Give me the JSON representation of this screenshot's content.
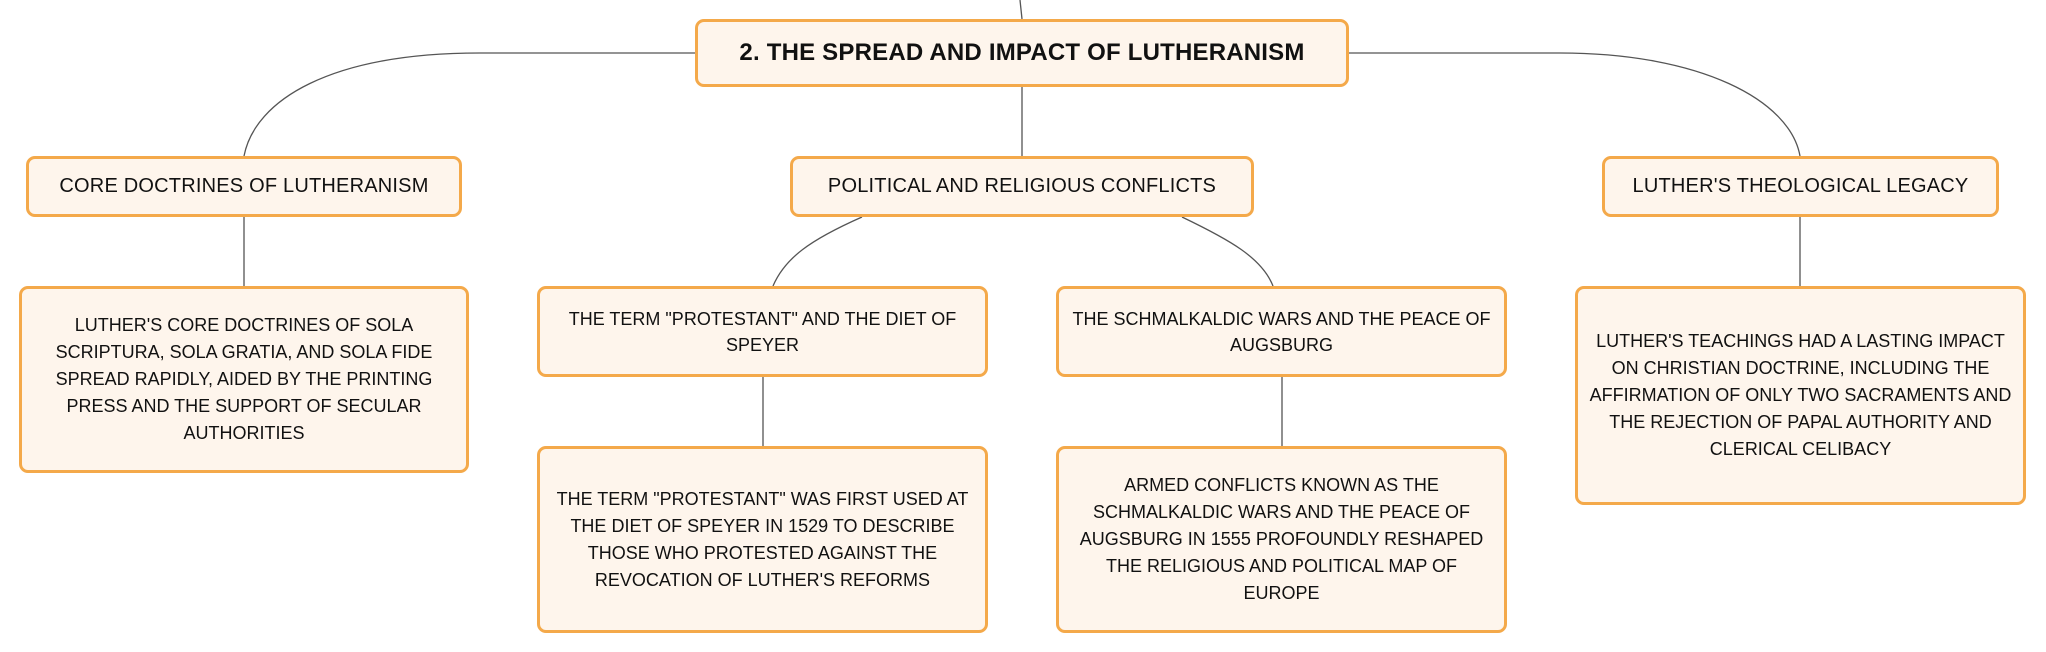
{
  "map": {
    "root": "2. THE SPREAD AND IMPACT OF LUTHERANISM",
    "topics": {
      "doctrines": {
        "title": "CORE DOCTRINES OF LUTHERANISM",
        "detail": "LUTHER'S CORE DOCTRINES OF SOLA SCRIPTURA, SOLA GRATIA, AND SOLA FIDE SPREAD RAPIDLY, AIDED BY THE PRINTING PRESS AND THE SUPPORT OF SECULAR AUTHORITIES"
      },
      "conflicts": {
        "title": "POLITICAL AND RELIGIOUS CONFLICTS",
        "subtopics": [
          {
            "title": "THE TERM \"PROTESTANT\" AND THE DIET OF SPEYER",
            "detail": "THE TERM \"PROTESTANT\" WAS FIRST USED AT THE DIET OF SPEYER IN 1529 TO DESCRIBE THOSE WHO PROTESTED AGAINST THE REVOCATION OF LUTHER'S REFORMS"
          },
          {
            "title": "THE SCHMALKALDIC WARS AND THE PEACE OF AUGSBURG",
            "detail": "ARMED CONFLICTS KNOWN AS THE SCHMALKALDIC WARS AND THE PEACE OF AUGSBURG IN 1555 PROFOUNDLY RESHAPED THE RELIGIOUS AND POLITICAL MAP OF EUROPE"
          }
        ]
      },
      "legacy": {
        "title": "LUTHER'S THEOLOGICAL LEGACY",
        "detail": "LUTHER'S TEACHINGS HAD A LASTING IMPACT ON CHRISTIAN DOCTRINE, INCLUDING THE AFFIRMATION OF ONLY TWO SACRAMENTS AND THE REJECTION OF PAPAL AUTHORITY AND CLERICAL CELIBACY"
      }
    }
  },
  "colors": {
    "node_fill": "#fef5ec",
    "node_border": "#f4a94a",
    "connector": "#555555"
  }
}
